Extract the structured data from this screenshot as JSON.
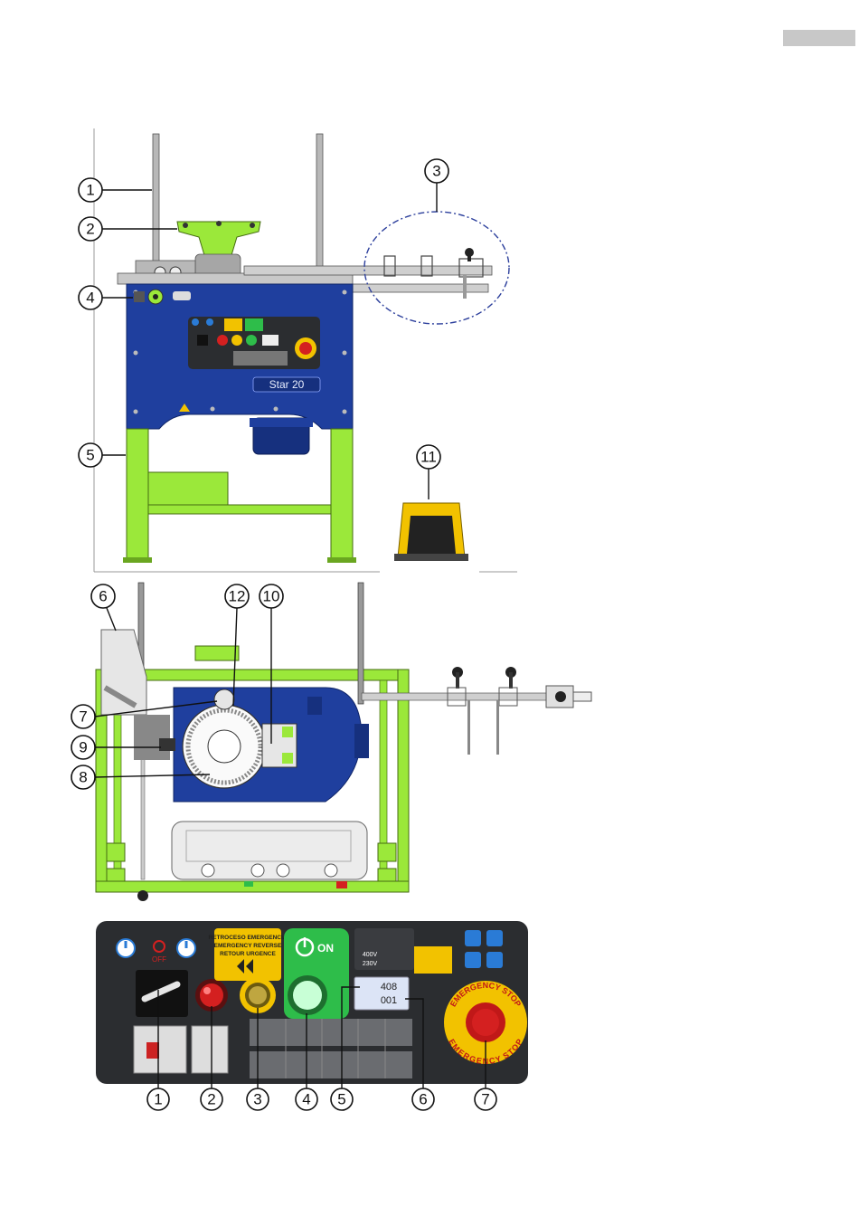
{
  "figure1": {
    "machine_brand": "Star 20",
    "callouts": [
      "1",
      "2",
      "3",
      "4",
      "5",
      "11"
    ]
  },
  "figure2": {
    "callouts": [
      "6",
      "12",
      "10",
      "7",
      "9",
      "8"
    ]
  },
  "figure3": {
    "callouts": [
      "1",
      "2",
      "3",
      "4",
      "5",
      "6",
      "7"
    ],
    "labels": {
      "off": "OFF",
      "reverse_line1": "RETROCESO EMERGENCIA",
      "reverse_line2": "EMERGENCY REVERSE",
      "reverse_line3": "RETOUR URGENCE",
      "on": "ON",
      "display_line1": "408",
      "display_line2": "001",
      "volt_1": "400V",
      "volt_2": "230V",
      "emergency_stop_top": "EMERGENCY STOP",
      "emergency_stop_bottom": "EMERGENCY STOP"
    }
  },
  "colors": {
    "machine_blue": "#1f3f9e",
    "frame_green": "#9be83a",
    "panel_dark": "#2b2d30",
    "emergency_red": "#d42020",
    "emergency_yellow": "#f2c200",
    "on_green": "#2ebd4a"
  }
}
